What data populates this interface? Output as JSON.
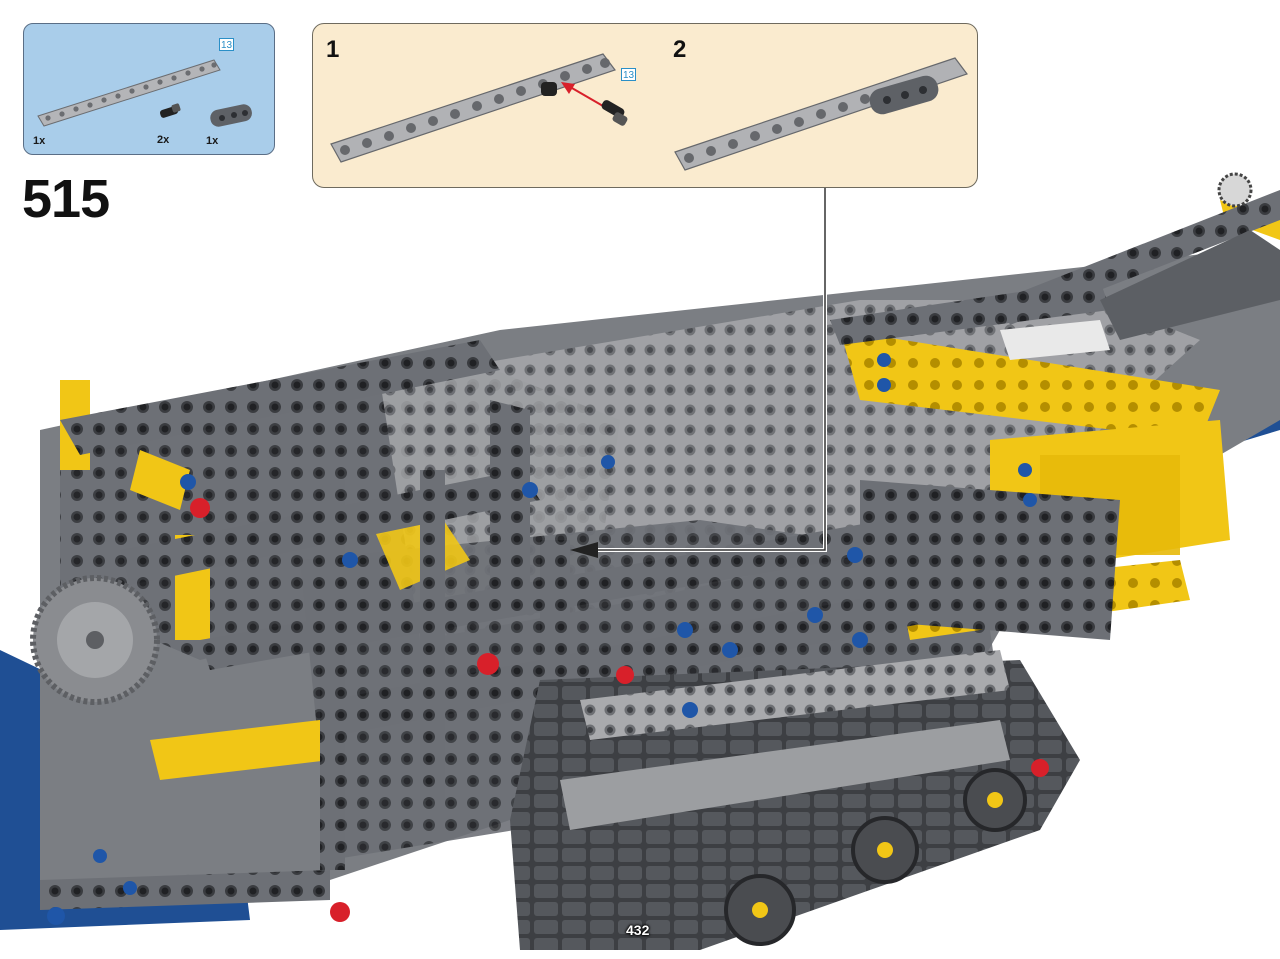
{
  "page": {
    "step_number": "515",
    "page_number": "432"
  },
  "parts_list": [
    {
      "name": "light gray technic beam",
      "quantity": "1x",
      "length": "13"
    },
    {
      "name": "black friction pin",
      "quantity": "2x"
    },
    {
      "name": "dark gray technic beam",
      "quantity": "1x"
    }
  ],
  "sub_assembly": {
    "steps": [
      {
        "number": "1",
        "length_badge": "13"
      },
      {
        "number": "2"
      }
    ]
  },
  "colors": {
    "parts_callout_bg": "#a9cdea",
    "sub_callout_bg": "#faebcf",
    "light_gray": "#a8a8a8",
    "dark_gray": "#5e6166",
    "yellow": "#f5cf18",
    "blue": "#1f56a8",
    "red": "#d8202a"
  }
}
